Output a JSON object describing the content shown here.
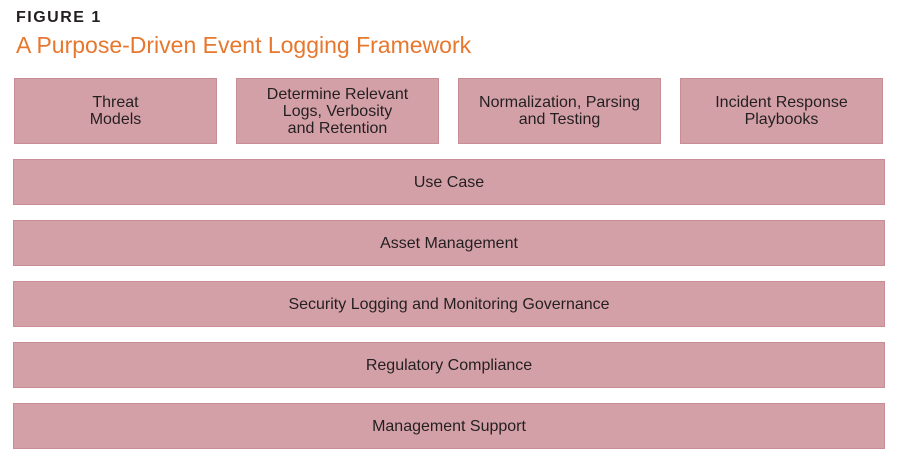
{
  "figure": {
    "label": "FIGURE 1",
    "title": "A Purpose-Driven Event Logging Framework"
  },
  "colors": {
    "title": "#e8772e",
    "box_fill": "#d4a0a8",
    "text": "#231f20"
  },
  "top_boxes": [
    {
      "label": "Threat\nModels"
    },
    {
      "label": "Determine Relevant\nLogs, Verbosity\nand Retention"
    },
    {
      "label": "Normalization, Parsing\nand Testing"
    },
    {
      "label": "Incident Response\nPlaybooks"
    }
  ],
  "layers": [
    {
      "label": "Use Case"
    },
    {
      "label": "Asset Management"
    },
    {
      "label": "Security Logging and Monitoring Governance"
    },
    {
      "label": "Regulatory Compliance"
    },
    {
      "label": "Management Support"
    }
  ]
}
